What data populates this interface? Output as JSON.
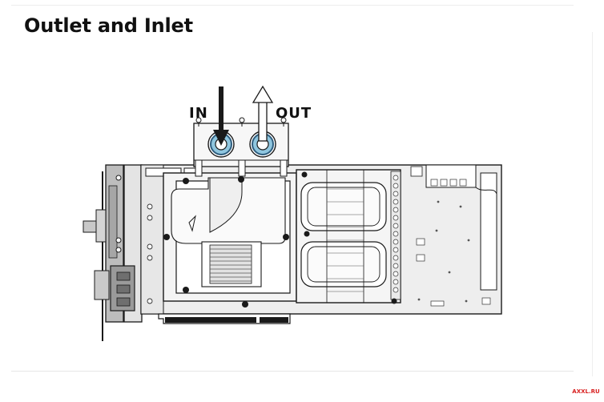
{
  "page": {
    "title": "Outlet and Inlet"
  },
  "diagram": {
    "inlet_label": "IN",
    "outlet_label": "OUT",
    "colors": {
      "line": "#1a1a1a",
      "fitting": "#8fc6df",
      "fitting_ring": "#2f5e7f",
      "pcb": "#eeeeee",
      "bracket": "#b7b7b7",
      "block": "#f3f3f3"
    }
  },
  "watermark": "AXXL.RU"
}
